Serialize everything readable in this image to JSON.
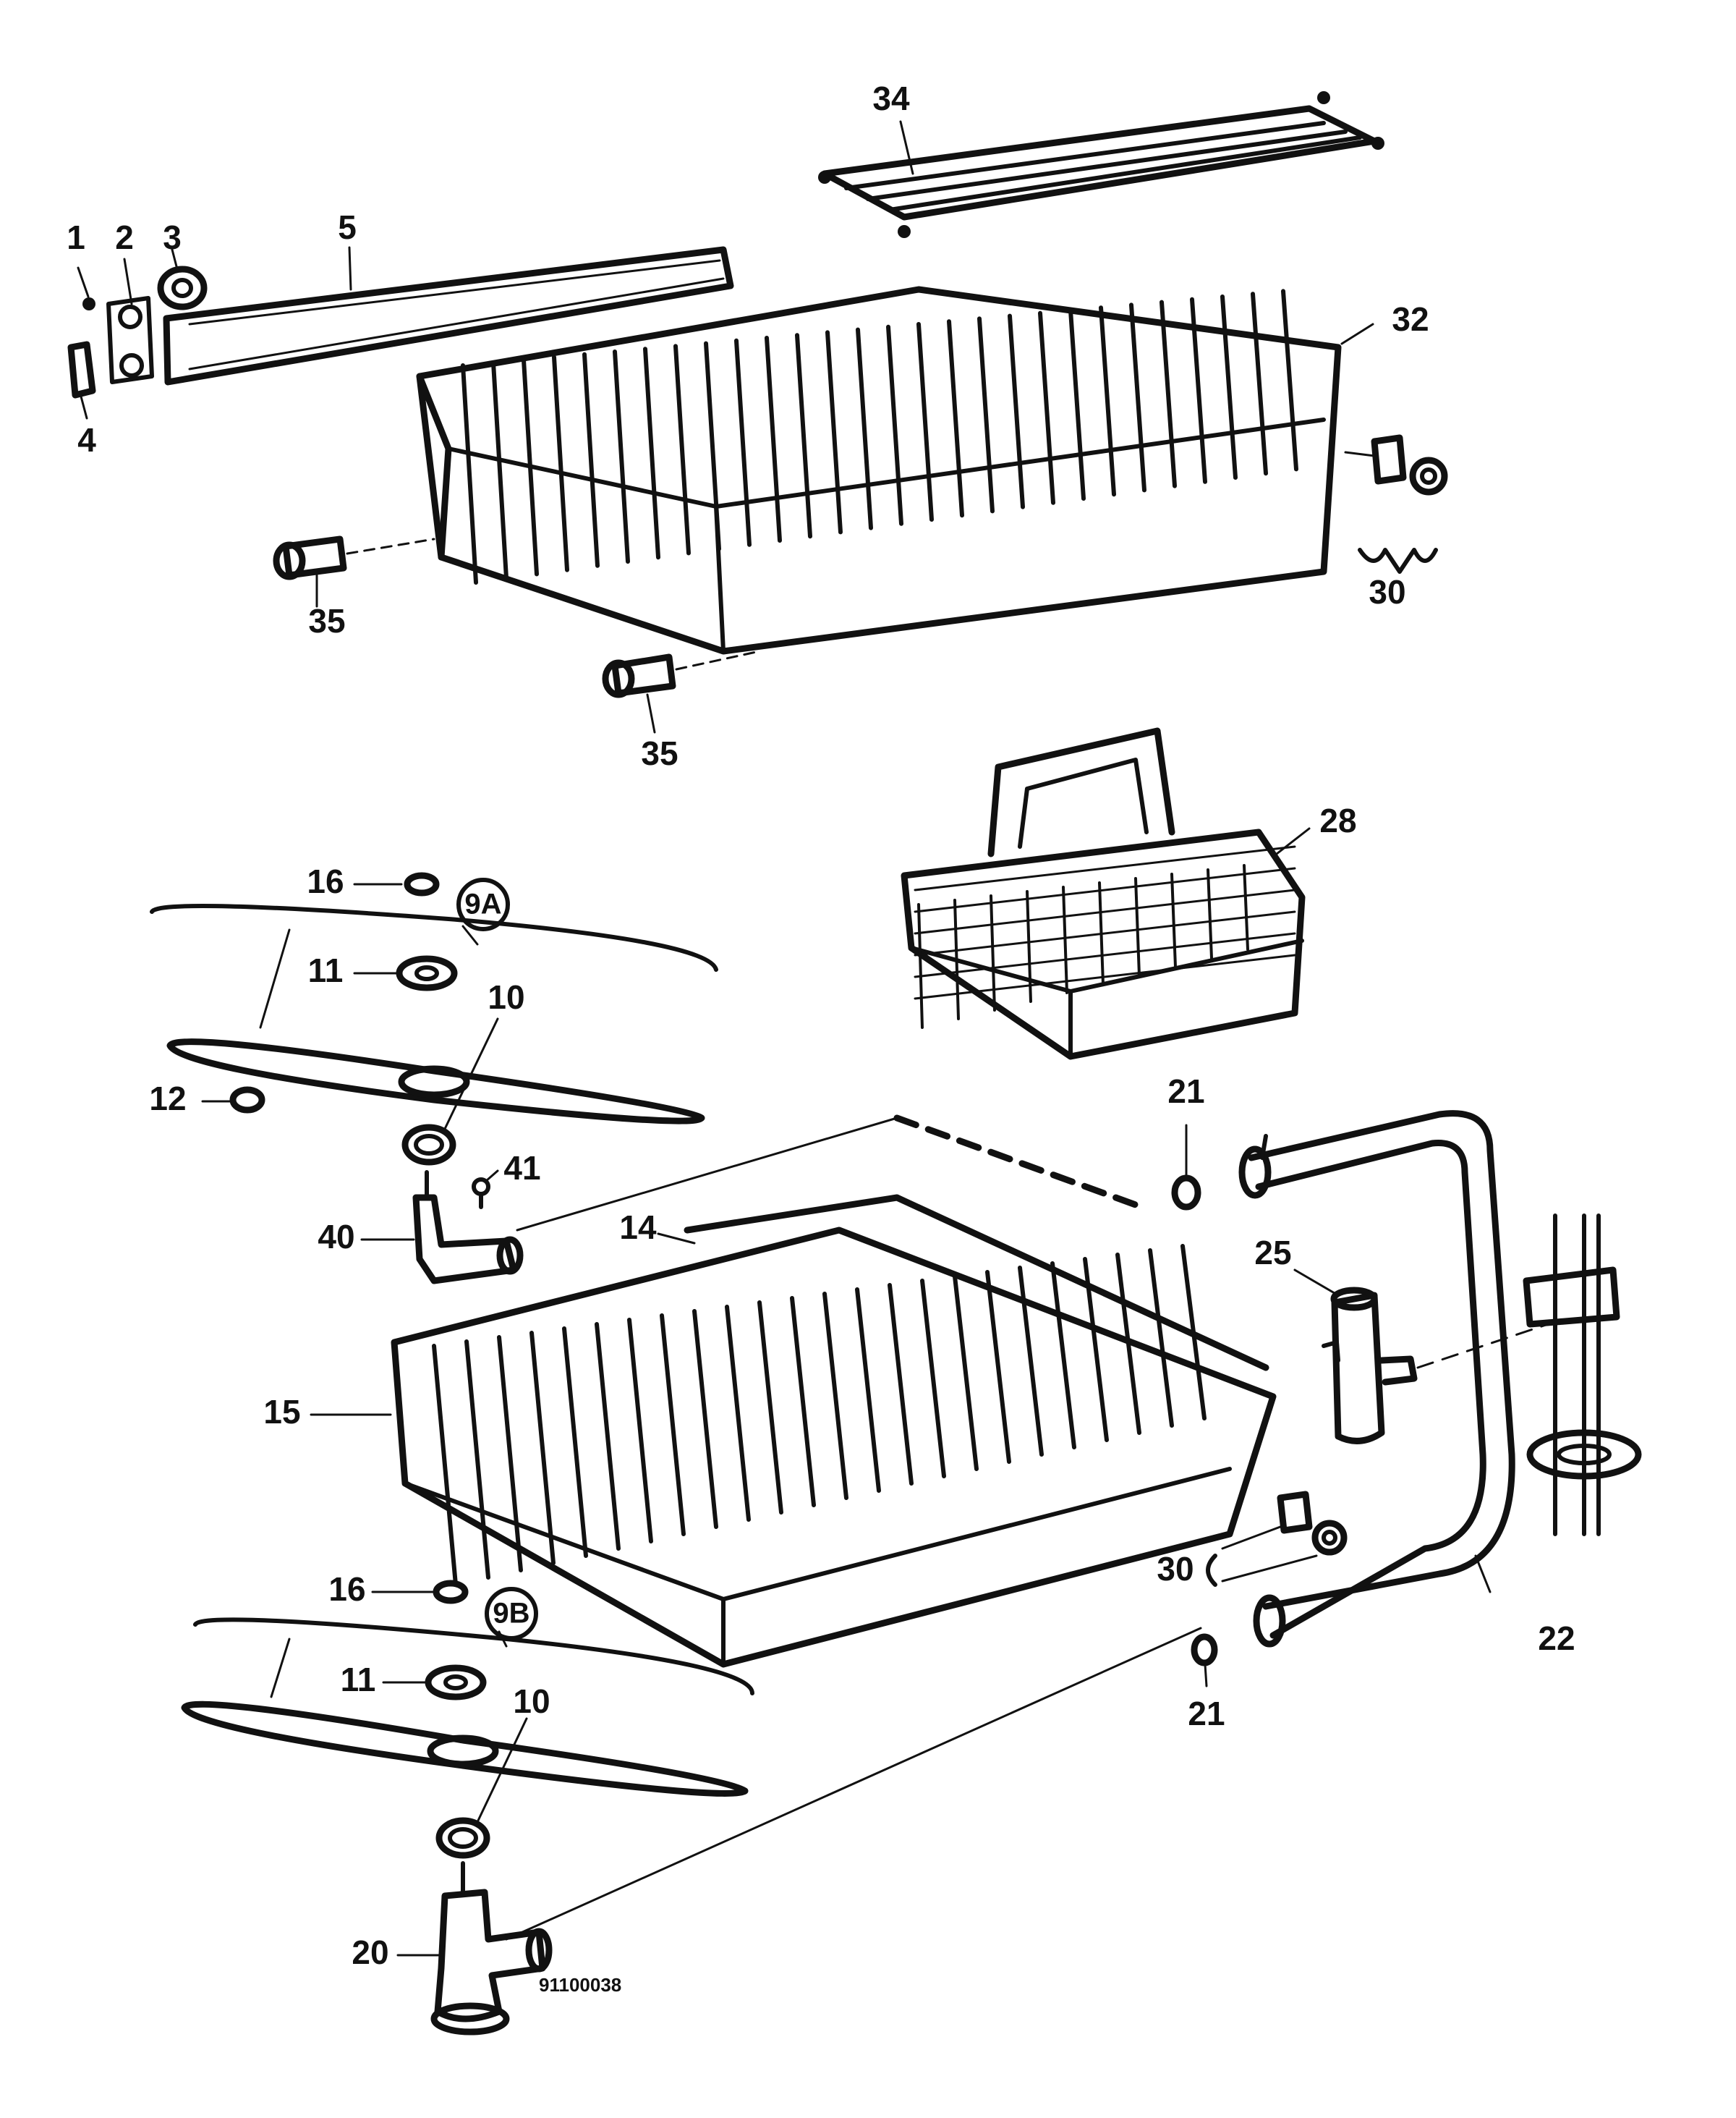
{
  "diagram": {
    "drawing_code": "91100038",
    "callouts": [
      {
        "id": "c1",
        "label": "1"
      },
      {
        "id": "c2",
        "label": "2"
      },
      {
        "id": "c3",
        "label": "3"
      },
      {
        "id": "c4",
        "label": "4"
      },
      {
        "id": "c5",
        "label": "5"
      },
      {
        "id": "c34",
        "label": "34"
      },
      {
        "id": "c32",
        "label": "32"
      },
      {
        "id": "c30a",
        "label": "30"
      },
      {
        "id": "c35a",
        "label": "35"
      },
      {
        "id": "c35b",
        "label": "35"
      },
      {
        "id": "c28",
        "label": "28"
      },
      {
        "id": "c16a",
        "label": "16"
      },
      {
        "id": "c9a",
        "label": "9A"
      },
      {
        "id": "c11a",
        "label": "11"
      },
      {
        "id": "c10a",
        "label": "10"
      },
      {
        "id": "c12",
        "label": "12"
      },
      {
        "id": "c41",
        "label": "41"
      },
      {
        "id": "c40",
        "label": "40"
      },
      {
        "id": "c21a",
        "label": "21"
      },
      {
        "id": "c14",
        "label": "14"
      },
      {
        "id": "c25",
        "label": "25"
      },
      {
        "id": "c15",
        "label": "15"
      },
      {
        "id": "c30b",
        "label": "30"
      },
      {
        "id": "c22",
        "label": "22"
      },
      {
        "id": "c16b",
        "label": "16"
      },
      {
        "id": "c9b",
        "label": "9B"
      },
      {
        "id": "c11b",
        "label": "11"
      },
      {
        "id": "c10b",
        "label": "10"
      },
      {
        "id": "c21b",
        "label": "21"
      },
      {
        "id": "c20",
        "label": "20"
      }
    ]
  }
}
